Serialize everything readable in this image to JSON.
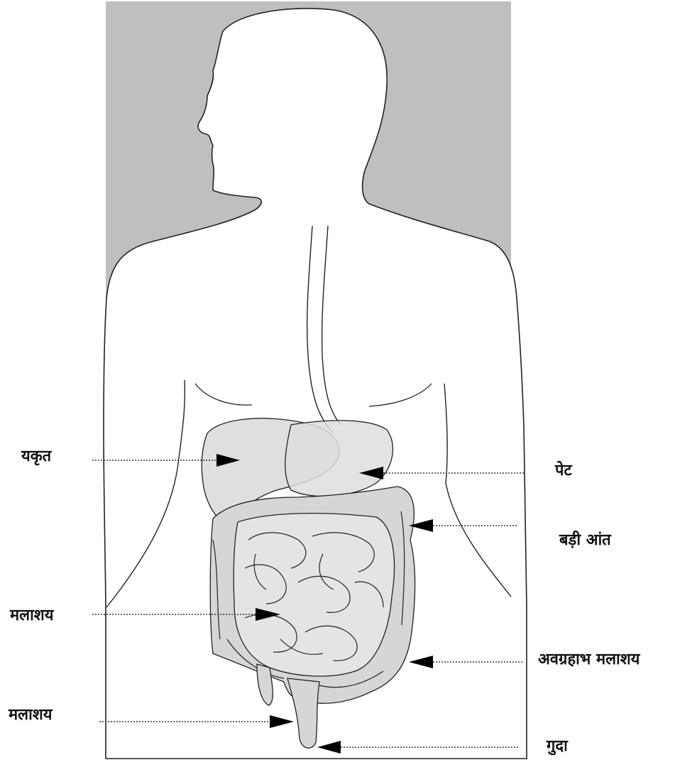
{
  "diagram": {
    "labels": {
      "liver": "यकृत",
      "stomach": "पेट",
      "large_intestine": "बड़ी आंत",
      "rectum_left": "मलाशय",
      "sigmoid": "अवग्रहाभ मलाशय",
      "rectum_lower": "मलाशय",
      "anus": "गुदा"
    },
    "colors": {
      "background_panel": "#bfbfc0",
      "body_fill": "#ffffff",
      "organ_fill": "#d9d9d9",
      "outline": "#222222",
      "leader_line": "#333333"
    }
  }
}
